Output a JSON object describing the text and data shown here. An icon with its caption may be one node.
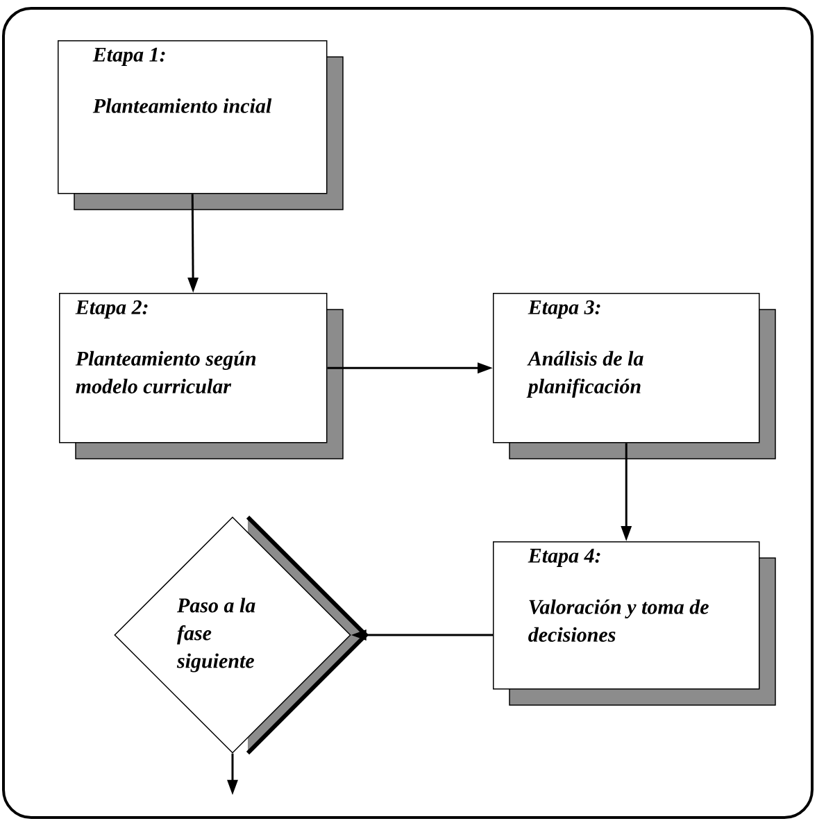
{
  "diagram": {
    "nodes": [
      {
        "text": [
          "Etapa 1:",
          "Planteamiento incial"
        ]
      },
      {
        "text": [
          "Etapa 2:",
          "Planteamiento según modelo curricular"
        ]
      },
      {
        "text": [
          "Etapa 3:",
          "Análisis de la planificación"
        ]
      },
      {
        "text": [
          "Etapa 4:",
          "Valoración y toma de decisiones"
        ]
      },
      {
        "text": [
          "Paso a la fase siguiente"
        ]
      }
    ],
    "edges": [
      {
        "from": 0,
        "to": 1,
        "arrow": "to"
      },
      {
        "from": 1,
        "to": 2,
        "arrow": "to"
      },
      {
        "from": 2,
        "to": 3,
        "arrow": "to"
      },
      {
        "from": 3,
        "to": 4,
        "arrow": "to"
      },
      {
        "from": 4,
        "to": null,
        "arrow": "to"
      }
    ]
  }
}
